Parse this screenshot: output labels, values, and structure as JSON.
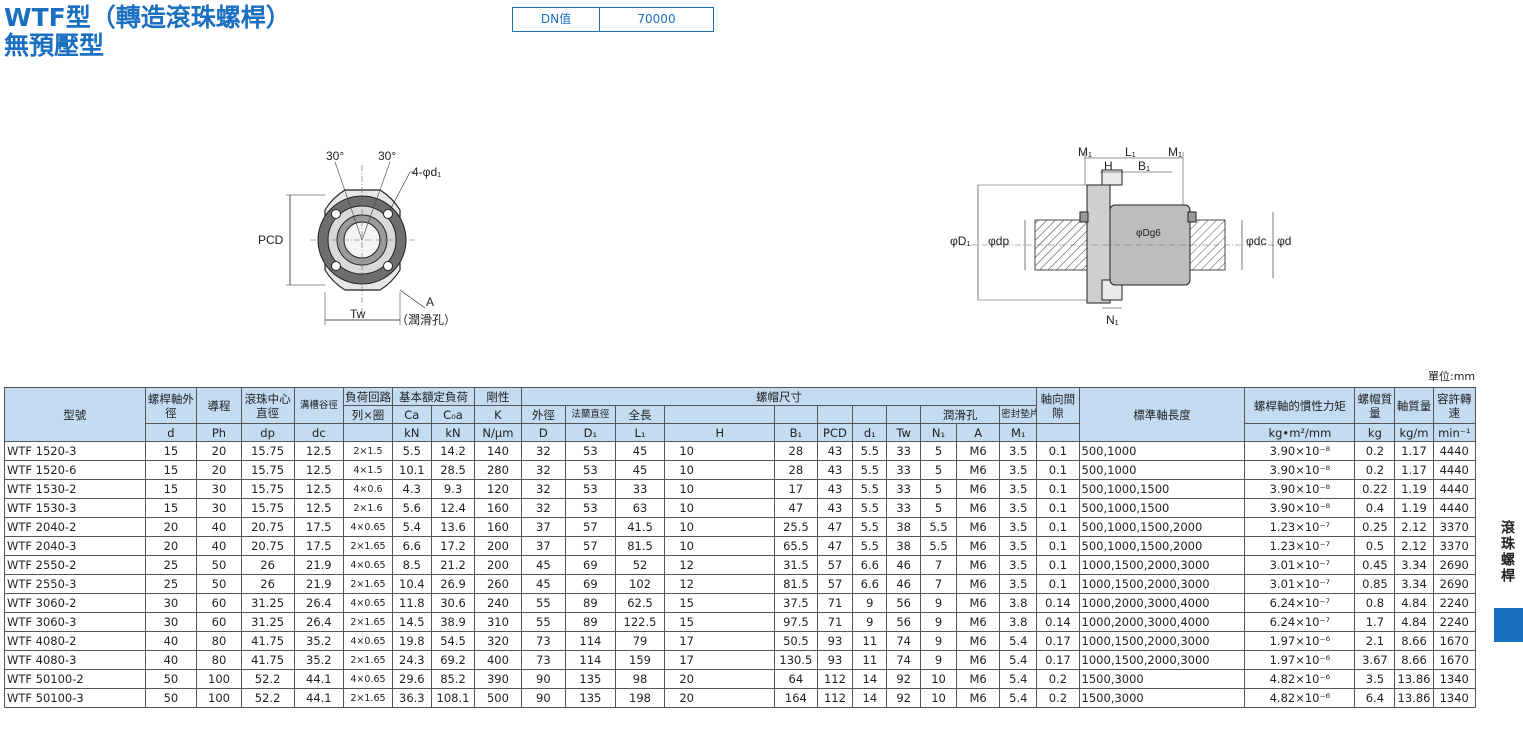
{
  "title": {
    "line1": "WTF型（轉造滾珠螺桿）",
    "line2": "無預壓型"
  },
  "dn": {
    "label": "DN值",
    "value": "70000"
  },
  "drawing_left": {
    "angle1": "30°",
    "angle2": "30°",
    "hole": "4-φd₁",
    "pcd": "PCD",
    "tw": "Tw",
    "a": "A",
    "lube": "（潤滑孔）"
  },
  "drawing_right": {
    "m1a": "M₁",
    "l1": "L₁",
    "m1b": "M₁",
    "h": "H",
    "b1": "B₁",
    "d1": "φD₁",
    "dp": "φdp",
    "dg6": "φDg6",
    "dc": "φdc",
    "d": "φd",
    "n1": "N₁"
  },
  "unit": "單位:mm",
  "side_label": "滾珠螺桿",
  "headers": {
    "model": "型號",
    "shaft_od": "螺桿軸外徑",
    "lead": "導程",
    "ball_center": "滾珠中心直徑",
    "groove": "溝槽谷徑",
    "circuits": "負荷回路數",
    "circuits2": "列×圈",
    "load": "基本額定負荷",
    "rigidity": "剛性",
    "nut": "螺帽尺寸",
    "outer": "外徑",
    "flange": "法蘭直徑",
    "length": "全長",
    "lube": "潤滑孔",
    "seal": "密封墊片",
    "axial": "軸向間隙",
    "std_len": "標準軸長度",
    "inertia": "螺桿軸的慣性力矩",
    "nut_mass": "螺帽質量",
    "shaft_mass": "軸質量",
    "speed": "容許轉速",
    "ca": "Ca",
    "c0a": "C₀a",
    "k": "K",
    "sym": {
      "d": "d",
      "ph": "Ph",
      "dp": "dp",
      "dc": "dc",
      "kn1": "kN",
      "kn2": "kN",
      "nmu": "N/μm",
      "D": "D",
      "D1": "D₁",
      "L1": "L₁",
      "H": "H",
      "B1": "B₁",
      "PCD": "PCD",
      "d1": "d₁",
      "Tw": "Tw",
      "N1": "N₁",
      "A": "A",
      "M1": "M₁",
      "inertia_unit": "kg•m²/mm",
      "kg": "kg",
      "kgm": "kg/m",
      "min": "min⁻¹"
    }
  },
  "rows": [
    [
      "WTF 1520-3",
      "15",
      "20",
      "15.75",
      "12.5",
      "2×1.5",
      "5.5",
      "14.2",
      "140",
      "32",
      "53",
      "45",
      "10",
      "28",
      "43",
      "5.5",
      "33",
      "5",
      "M6",
      "3.5",
      "0.1",
      "500,1000",
      "3.90×10⁻⁸",
      "0.2",
      "1.17",
      "4440"
    ],
    [
      "WTF 1520-6",
      "15",
      "20",
      "15.75",
      "12.5",
      "4×1.5",
      "10.1",
      "28.5",
      "280",
      "32",
      "53",
      "45",
      "10",
      "28",
      "43",
      "5.5",
      "33",
      "5",
      "M6",
      "3.5",
      "0.1",
      "500,1000",
      "3.90×10⁻⁸",
      "0.2",
      "1.17",
      "4440"
    ],
    [
      "WTF 1530-2",
      "15",
      "30",
      "15.75",
      "12.5",
      "4×0.6",
      "4.3",
      "9.3",
      "120",
      "32",
      "53",
      "33",
      "10",
      "17",
      "43",
      "5.5",
      "33",
      "5",
      "M6",
      "3.5",
      "0.1",
      "500,1000,1500",
      "3.90×10⁻⁸",
      "0.22",
      "1.19",
      "4440"
    ],
    [
      "WTF 1530-3",
      "15",
      "30",
      "15.75",
      "12.5",
      "2×1.6",
      "5.6",
      "12.4",
      "160",
      "32",
      "53",
      "63",
      "10",
      "47",
      "43",
      "5.5",
      "33",
      "5",
      "M6",
      "3.5",
      "0.1",
      "500,1000,1500",
      "3.90×10⁻⁸",
      "0.4",
      "1.19",
      "4440"
    ],
    [
      "WTF 2040-2",
      "20",
      "40",
      "20.75",
      "17.5",
      "4×0.65",
      "5.4",
      "13.6",
      "160",
      "37",
      "57",
      "41.5",
      "10",
      "25.5",
      "47",
      "5.5",
      "38",
      "5.5",
      "M6",
      "3.5",
      "0.1",
      "500,1000,1500,2000",
      "1.23×10⁻⁷",
      "0.25",
      "2.12",
      "3370"
    ],
    [
      "WTF 2040-3",
      "20",
      "40",
      "20.75",
      "17.5",
      "2×1.65",
      "6.6",
      "17.2",
      "200",
      "37",
      "57",
      "81.5",
      "10",
      "65.5",
      "47",
      "5.5",
      "38",
      "5.5",
      "M6",
      "3.5",
      "0.1",
      "500,1000,1500,2000",
      "1.23×10⁻⁷",
      "0.5",
      "2.12",
      "3370"
    ],
    [
      "WTF 2550-2",
      "25",
      "50",
      "26",
      "21.9",
      "4×0.65",
      "8.5",
      "21.2",
      "200",
      "45",
      "69",
      "52",
      "12",
      "31.5",
      "57",
      "6.6",
      "46",
      "7",
      "M6",
      "3.5",
      "0.1",
      "1000,1500,2000,3000",
      "3.01×10⁻⁷",
      "0.45",
      "3.34",
      "2690"
    ],
    [
      "WTF 2550-3",
      "25",
      "50",
      "26",
      "21.9",
      "2×1.65",
      "10.4",
      "26.9",
      "260",
      "45",
      "69",
      "102",
      "12",
      "81.5",
      "57",
      "6.6",
      "46",
      "7",
      "M6",
      "3.5",
      "0.1",
      "1000,1500,2000,3000",
      "3.01×10⁻⁷",
      "0.85",
      "3.34",
      "2690"
    ],
    [
      "WTF 3060-2",
      "30",
      "60",
      "31.25",
      "26.4",
      "4×0.65",
      "11.8",
      "30.6",
      "240",
      "55",
      "89",
      "62.5",
      "15",
      "37.5",
      "71",
      "9",
      "56",
      "9",
      "M6",
      "3.8",
      "0.14",
      "1000,2000,3000,4000",
      "6.24×10⁻⁷",
      "0.8",
      "4.84",
      "2240"
    ],
    [
      "WTF 3060-3",
      "30",
      "60",
      "31.25",
      "26.4",
      "2×1.65",
      "14.5",
      "38.9",
      "310",
      "55",
      "89",
      "122.5",
      "15",
      "97.5",
      "71",
      "9",
      "56",
      "9",
      "M6",
      "3.8",
      "0.14",
      "1000,2000,3000,4000",
      "6.24×10⁻⁷",
      "1.7",
      "4.84",
      "2240"
    ],
    [
      "WTF 4080-2",
      "40",
      "80",
      "41.75",
      "35.2",
      "4×0.65",
      "19.8",
      "54.5",
      "320",
      "73",
      "114",
      "79",
      "17",
      "50.5",
      "93",
      "11",
      "74",
      "9",
      "M6",
      "5.4",
      "0.17",
      "1000,1500,2000,3000",
      "1.97×10⁻⁶",
      "2.1",
      "8.66",
      "1670"
    ],
    [
      "WTF 4080-3",
      "40",
      "80",
      "41.75",
      "35.2",
      "2×1.65",
      "24.3",
      "69.2",
      "400",
      "73",
      "114",
      "159",
      "17",
      "130.5",
      "93",
      "11",
      "74",
      "9",
      "M6",
      "5.4",
      "0.17",
      "1000,1500,2000,3000",
      "1.97×10⁻⁶",
      "3.67",
      "8.66",
      "1670"
    ],
    [
      "WTF 50100-2",
      "50",
      "100",
      "52.2",
      "44.1",
      "4×0.65",
      "29.6",
      "85.2",
      "390",
      "90",
      "135",
      "98",
      "20",
      "64",
      "112",
      "14",
      "92",
      "10",
      "M6",
      "5.4",
      "0.2",
      "1500,3000",
      "4.82×10⁻⁶",
      "3.5",
      "13.86",
      "1340"
    ],
    [
      "WTF 50100-3",
      "50",
      "100",
      "52.2",
      "44.1",
      "2×1.65",
      "36.3",
      "108.1",
      "500",
      "90",
      "135",
      "198",
      "20",
      "164",
      "112",
      "14",
      "92",
      "10",
      "M6",
      "5.4",
      "0.2",
      "1500,3000",
      "4.82×10⁻⁶",
      "6.4",
      "13.86",
      "1340"
    ]
  ]
}
